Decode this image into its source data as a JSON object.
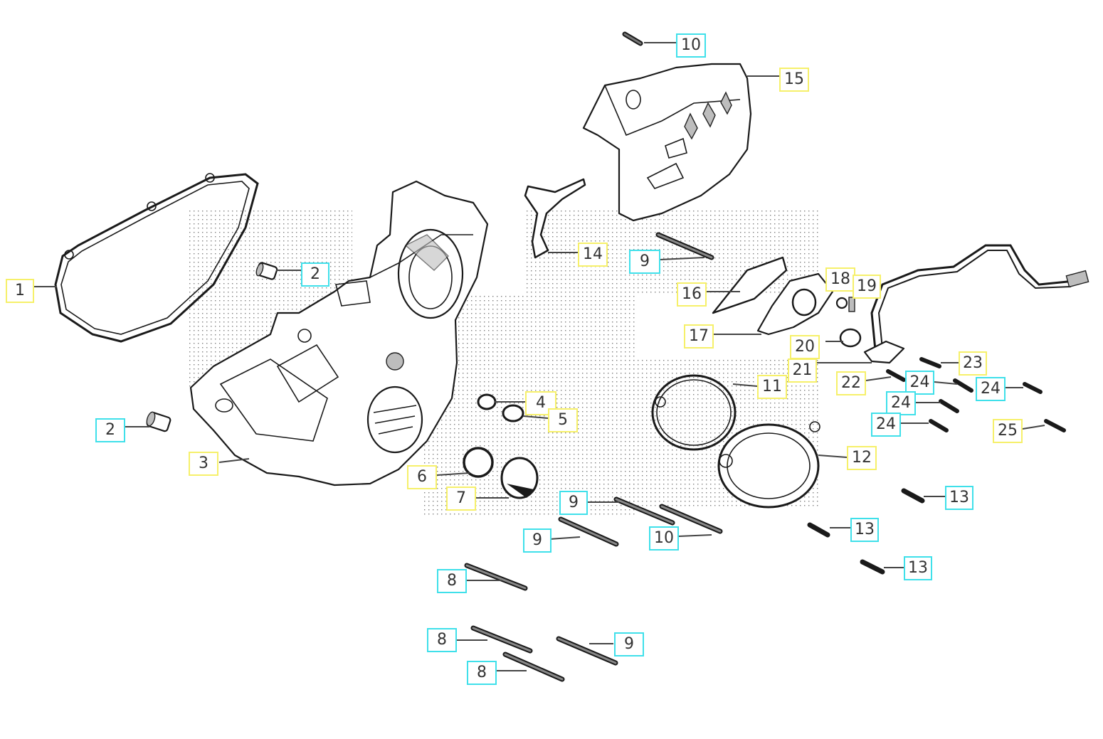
{
  "colors": {
    "standard_part_border": "#3fe0ea",
    "assembly_part_border": "#f6f06a",
    "line": "#1a1a1a"
  },
  "callouts": [
    {
      "id": "c1",
      "label": "1"
    },
    {
      "id": "c2a",
      "label": "2"
    },
    {
      "id": "c2b",
      "label": "2"
    },
    {
      "id": "c3",
      "label": "3"
    },
    {
      "id": "c4",
      "label": "4"
    },
    {
      "id": "c5",
      "label": "5"
    },
    {
      "id": "c6",
      "label": "6"
    },
    {
      "id": "c7",
      "label": "7"
    },
    {
      "id": "c8a",
      "label": "8"
    },
    {
      "id": "c8b",
      "label": "8"
    },
    {
      "id": "c8c",
      "label": "8"
    },
    {
      "id": "c9a",
      "label": "9"
    },
    {
      "id": "c9b",
      "label": "9"
    },
    {
      "id": "c9c",
      "label": "9"
    },
    {
      "id": "c9d",
      "label": "9"
    },
    {
      "id": "c10a",
      "label": "10"
    },
    {
      "id": "c10b",
      "label": "10"
    },
    {
      "id": "c11",
      "label": "11"
    },
    {
      "id": "c12",
      "label": "12"
    },
    {
      "id": "c13a",
      "label": "13"
    },
    {
      "id": "c13b",
      "label": "13"
    },
    {
      "id": "c13c",
      "label": "13"
    },
    {
      "id": "c14",
      "label": "14"
    },
    {
      "id": "c15",
      "label": "15"
    },
    {
      "id": "c16",
      "label": "16"
    },
    {
      "id": "c17",
      "label": "17"
    },
    {
      "id": "c18",
      "label": "18"
    },
    {
      "id": "c19",
      "label": "19"
    },
    {
      "id": "c20",
      "label": "20"
    },
    {
      "id": "c21",
      "label": "21"
    },
    {
      "id": "c22",
      "label": "22"
    },
    {
      "id": "c23",
      "label": "23"
    },
    {
      "id": "c24a",
      "label": "24"
    },
    {
      "id": "c24b",
      "label": "24"
    },
    {
      "id": "c24c",
      "label": "24"
    },
    {
      "id": "c24d",
      "label": "24"
    },
    {
      "id": "c25",
      "label": "25"
    }
  ]
}
